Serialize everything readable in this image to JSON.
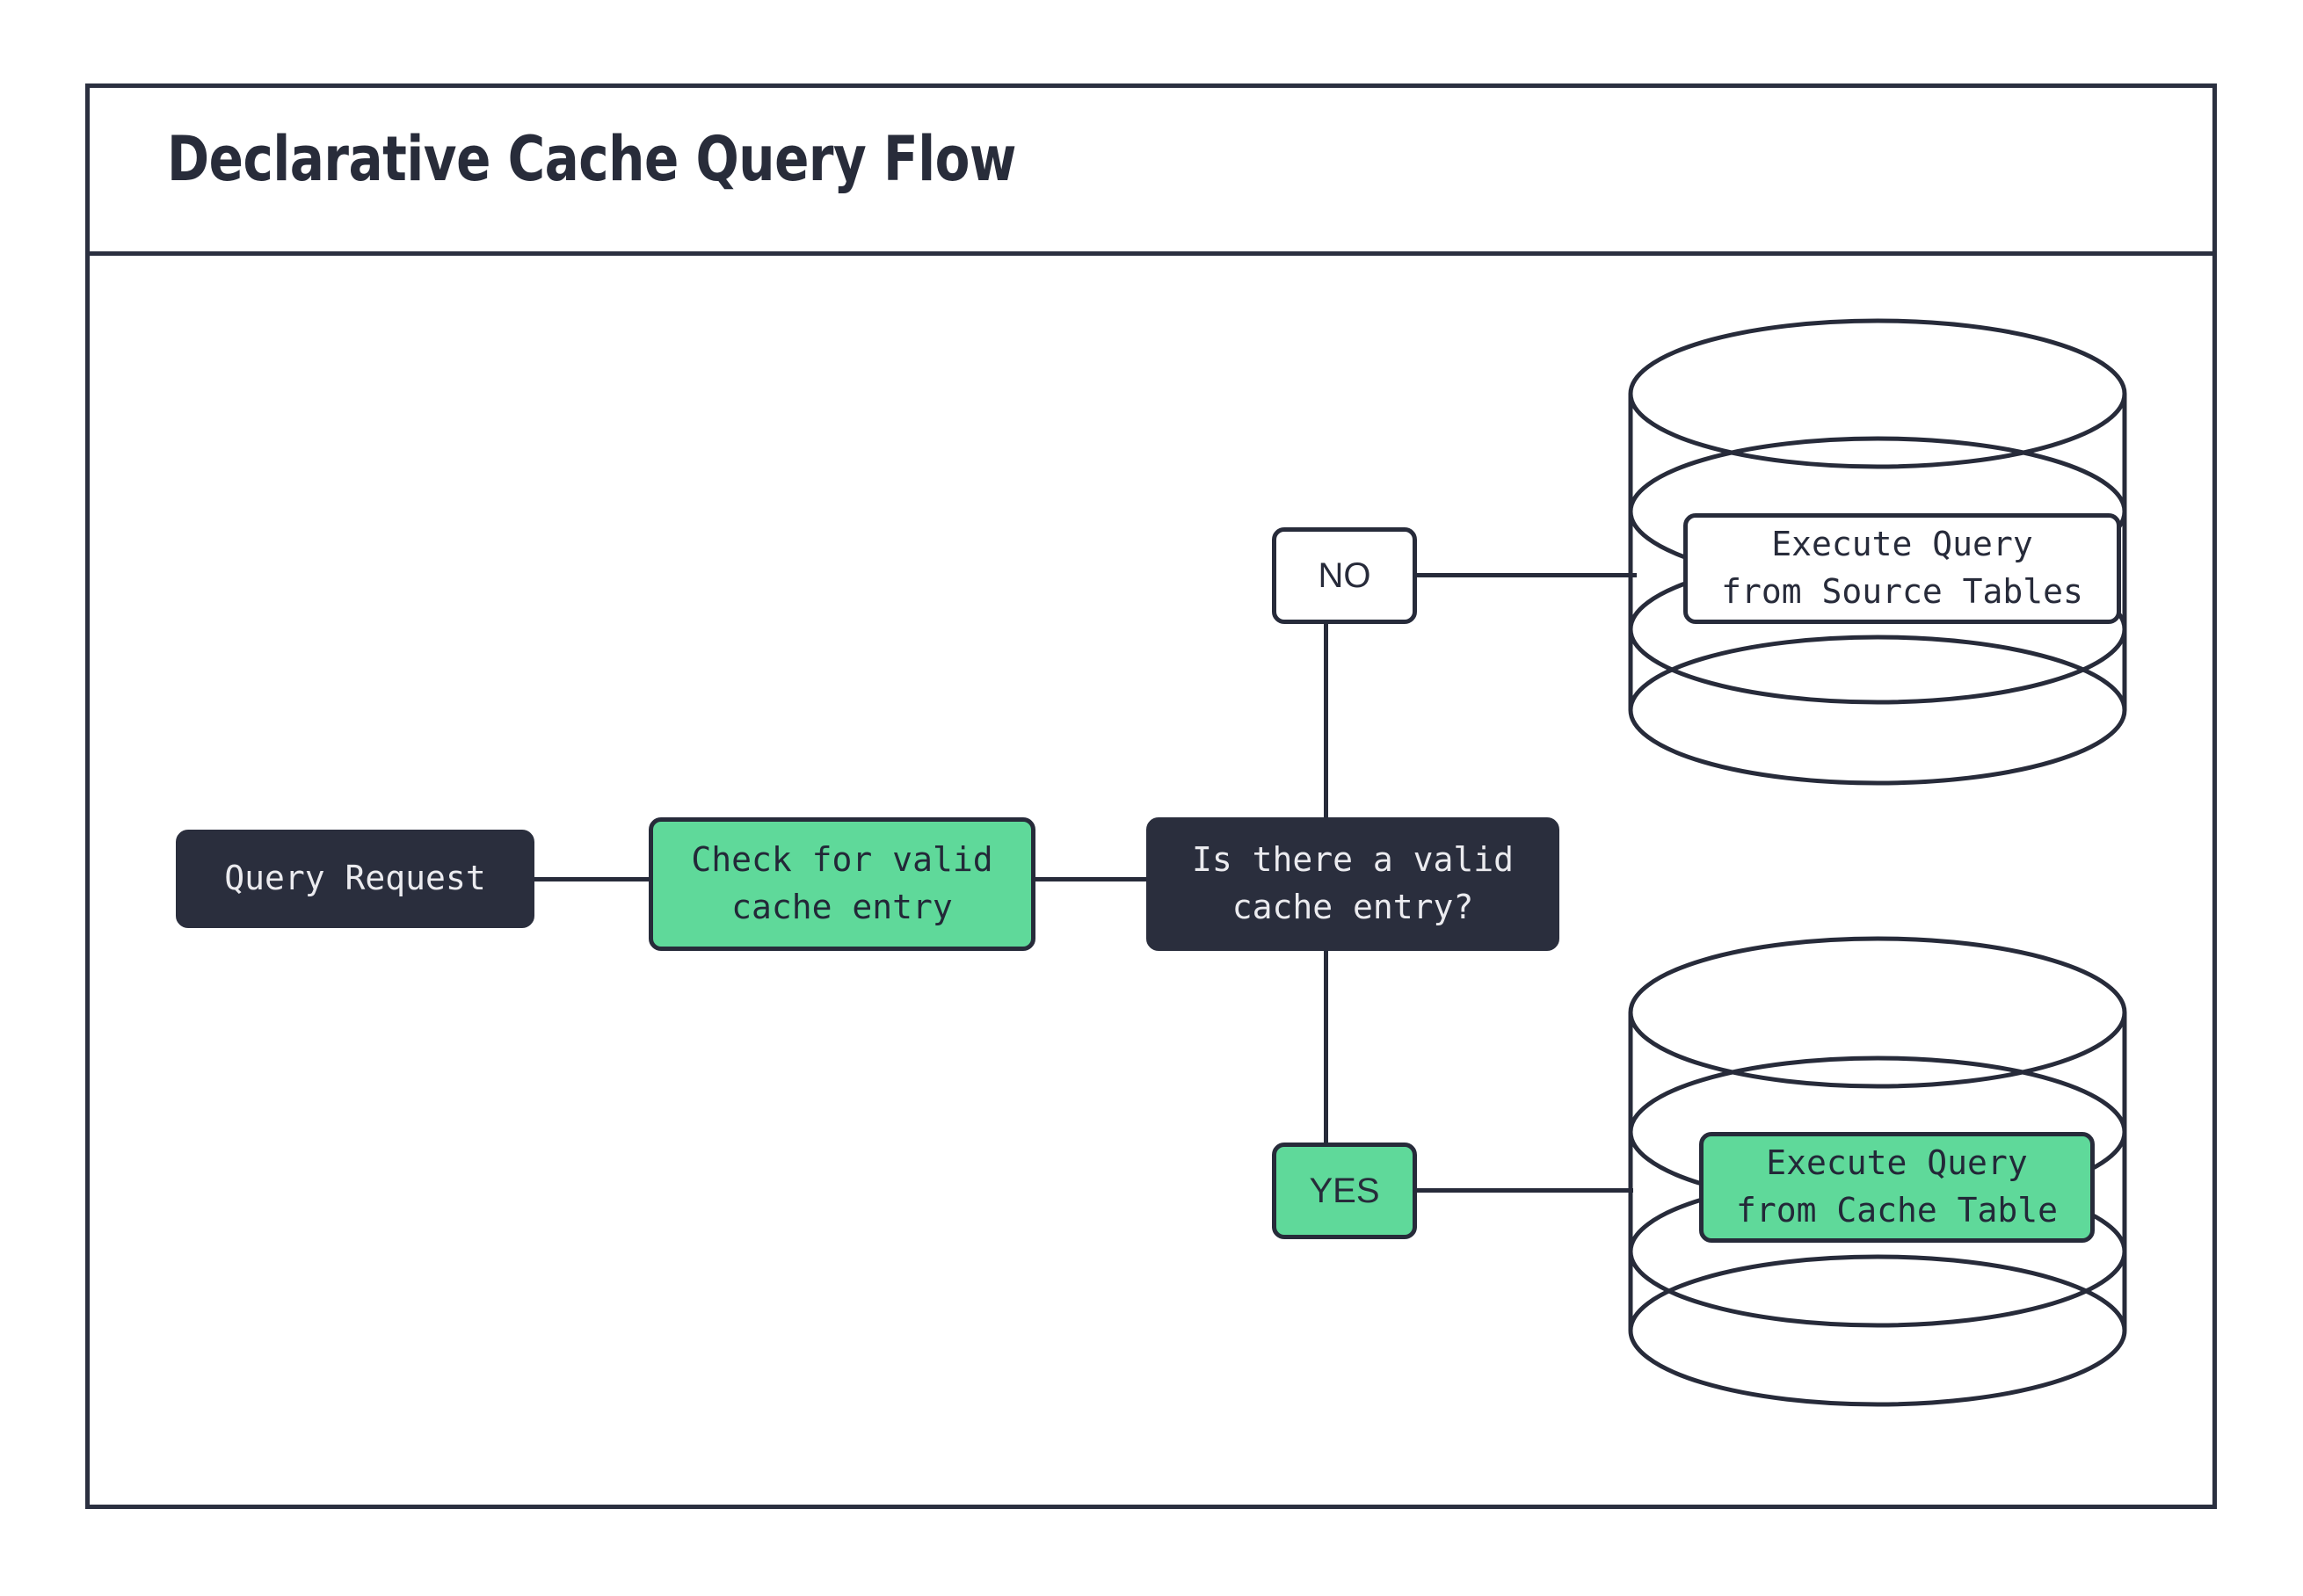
{
  "page": {
    "title": "Declarative Cache Query Flow",
    "colors": {
      "dark": "#2a2e3d",
      "green": "#5fd99a",
      "stroke": "#272b3a",
      "background": "#ffffff",
      "light_text": "#ebebef"
    }
  },
  "diagram": {
    "type": "flowchart",
    "nodes": [
      {
        "id": "query-request",
        "label": "Query Request",
        "shape": "rounded-rect",
        "style": "dark"
      },
      {
        "id": "check-cache",
        "label": "Check for valid\ncache entry",
        "shape": "rounded-rect",
        "style": "green"
      },
      {
        "id": "decision",
        "label": "Is there a valid\ncache entry?",
        "shape": "rounded-rect",
        "style": "dark"
      },
      {
        "id": "source-tables",
        "label": "Execute Query\nfrom Source Tables",
        "shape": "cylinder",
        "style": "plain"
      },
      {
        "id": "cache-table",
        "label": "Execute Query\nfrom Cache Table",
        "shape": "cylinder",
        "style": "green"
      }
    ],
    "edge_labels": [
      {
        "id": "no",
        "label": "NO",
        "style": "plain"
      },
      {
        "id": "yes",
        "label": "YES",
        "style": "green"
      }
    ],
    "edges": [
      {
        "from": "query-request",
        "to": "check-cache"
      },
      {
        "from": "check-cache",
        "to": "decision"
      },
      {
        "from": "decision",
        "to": "source-tables",
        "label": "NO"
      },
      {
        "from": "decision",
        "to": "cache-table",
        "label": "YES"
      }
    ]
  }
}
